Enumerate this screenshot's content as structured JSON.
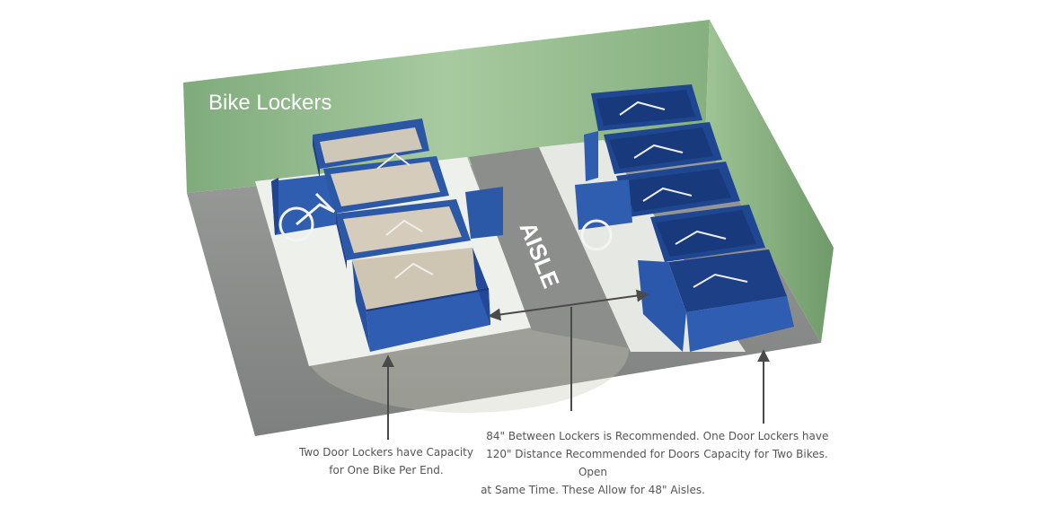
{
  "title": "Bike Lockers",
  "aisle_label": "AISLE",
  "captions": {
    "two_door": "Two Door Lockers have Capacity\nfor One Bike Per End.",
    "spacing": "84\" Between Lockers is Recommended.\n120\" Distance Recommended for Doors Open\nat Same Time. These Allow for 48\" Aisles.",
    "one_door": "One Door Lockers have\nCapacity for Two Bikes."
  },
  "colors": {
    "wall": "#98bd8f",
    "floor_dark": "#8f9190",
    "floor_light": "#eef0ec",
    "locker_blue": "#2e5aa8",
    "locker_interior": "#1d3f86",
    "pointer": "#4a4a4a"
  }
}
